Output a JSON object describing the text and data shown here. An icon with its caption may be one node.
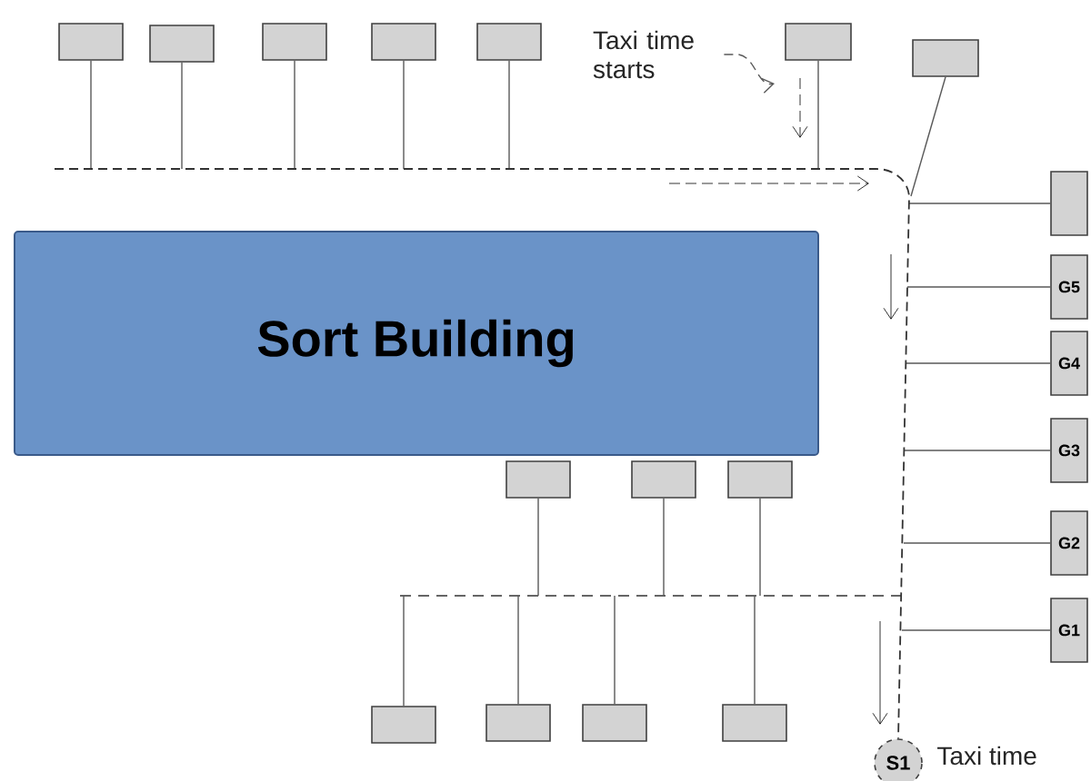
{
  "diagram": {
    "nodes": [
      {
        "text": [],
        "shape": "box"
      },
      {
        "text": [],
        "shape": "box"
      },
      {
        "text": [],
        "shape": "box"
      },
      {
        "text": [],
        "shape": "box"
      },
      {
        "text": [],
        "shape": "box"
      },
      {
        "text": [
          "Taxi time starts"
        ]
      },
      {
        "text": [],
        "shape": "box"
      },
      {
        "text": [],
        "shape": "box"
      },
      {
        "text": [],
        "shape": "box"
      },
      {
        "text": [
          "Sort Building"
        ]
      },
      {
        "text": [
          "G5"
        ]
      },
      {
        "text": [
          "G4"
        ]
      },
      {
        "text": [
          "G3"
        ]
      },
      {
        "text": [
          "G2"
        ]
      },
      {
        "text": [
          "G1"
        ]
      },
      {
        "text": [],
        "shape": "box"
      },
      {
        "text": [],
        "shape": "box"
      },
      {
        "text": [],
        "shape": "box"
      },
      {
        "text": [],
        "shape": "box"
      },
      {
        "text": [],
        "shape": "box"
      },
      {
        "text": [],
        "shape": "box"
      },
      {
        "text": [],
        "shape": "box"
      },
      {
        "text": [
          "S1"
        ],
        "beside": [
          "Taxi time"
        ]
      }
    ],
    "edges": [
      {
        "from": 0,
        "to": null,
        "arrow": "none"
      },
      {
        "from": 1,
        "to": null,
        "arrow": "none"
      },
      {
        "from": 2,
        "to": null,
        "arrow": "none"
      },
      {
        "from": 3,
        "to": null,
        "arrow": "none"
      },
      {
        "from": 4,
        "to": null,
        "arrow": "none"
      },
      {
        "from": 5,
        "to": null,
        "arrow": "to",
        "style": "dashed"
      },
      {
        "from": 6,
        "to": null,
        "arrow": "none"
      },
      {
        "from": 7,
        "to": null,
        "arrow": "none"
      },
      {
        "from": 8,
        "to": null,
        "arrow": "none"
      },
      {
        "from": 10,
        "to": null,
        "arrow": "none"
      },
      {
        "from": 11,
        "to": null,
        "arrow": "none"
      },
      {
        "from": 12,
        "to": null,
        "arrow": "none"
      },
      {
        "from": 13,
        "to": null,
        "arrow": "none"
      },
      {
        "from": 14,
        "to": null,
        "arrow": "none"
      },
      {
        "from": 15,
        "to": null,
        "arrow": "none"
      },
      {
        "from": 16,
        "to": null,
        "arrow": "none"
      },
      {
        "from": 17,
        "to": null,
        "arrow": "none"
      },
      {
        "from": 18,
        "to": null,
        "arrow": "none"
      },
      {
        "from": 19,
        "to": null,
        "arrow": "none"
      },
      {
        "from": 20,
        "to": null,
        "arrow": "none"
      },
      {
        "from": 21,
        "to": null,
        "arrow": "none"
      },
      {
        "from": null,
        "to": 22,
        "arrow": "none",
        "style": "dashed"
      }
    ]
  }
}
